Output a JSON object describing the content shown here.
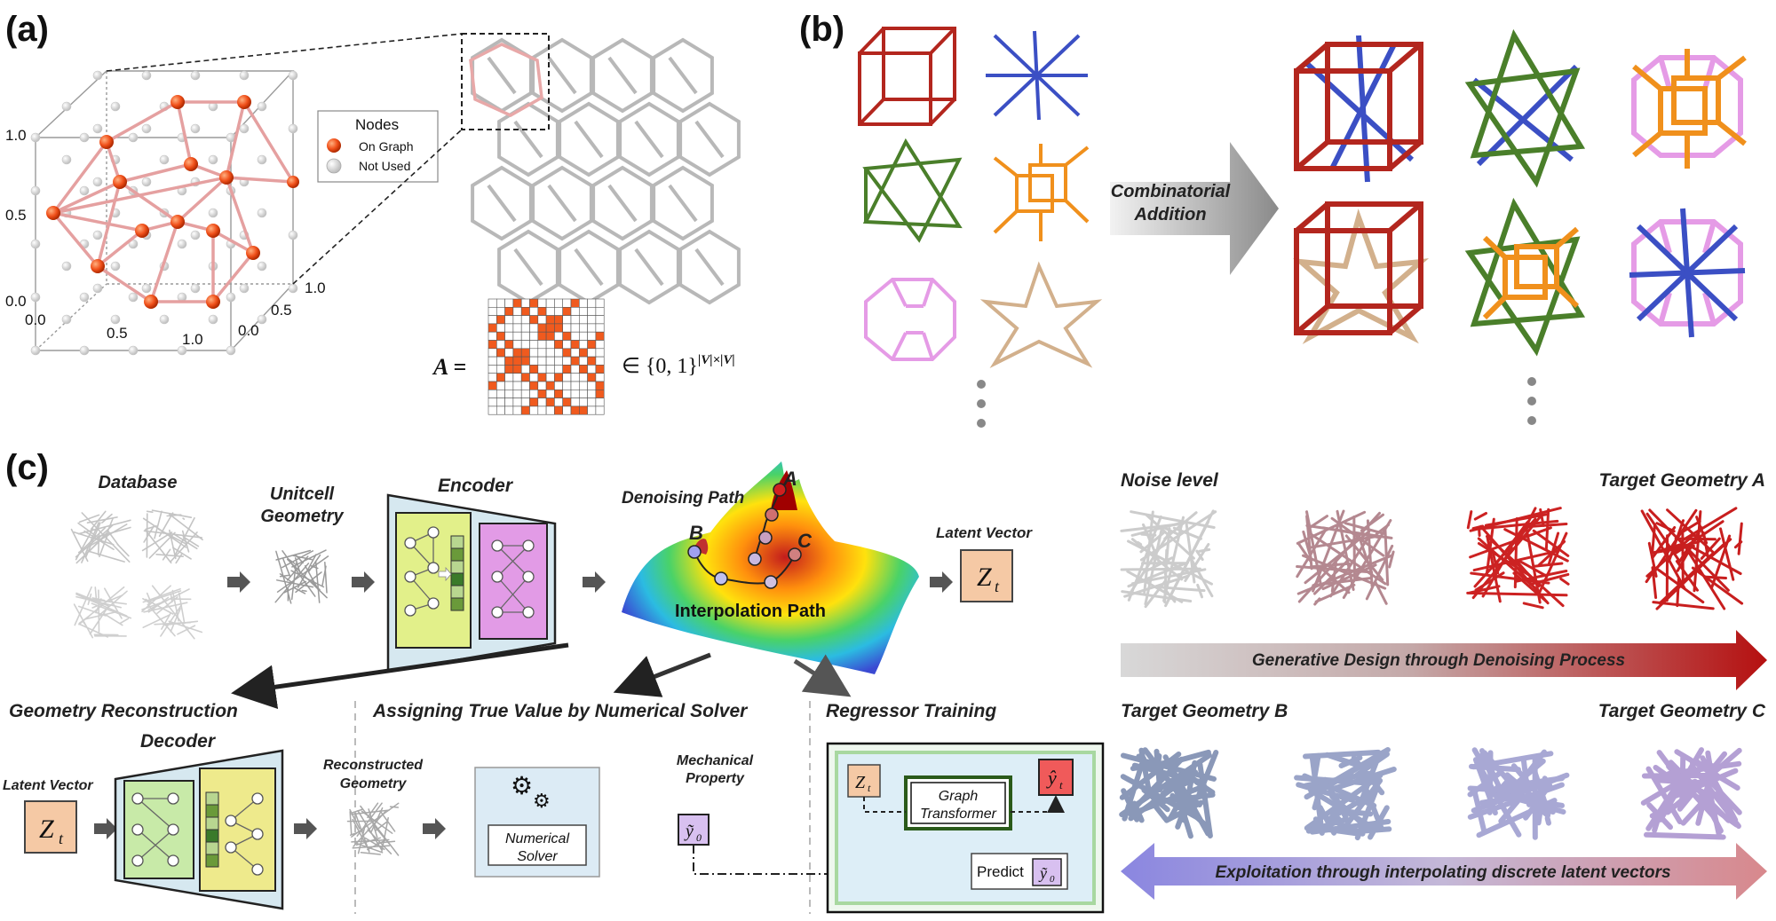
{
  "panels": {
    "a": "(a)",
    "b": "(b)",
    "c": "(c)"
  },
  "panel_a": {
    "legend_title": "Nodes",
    "legend_on_graph": "On Graph",
    "legend_not_used": "Not Used",
    "axis_ticks_left": [
      "1.0",
      "0.5",
      "0.0"
    ],
    "axis_ticks_bottom": [
      "0.0",
      "0.5",
      "1.0"
    ],
    "axis_ticks_depth": [
      "1.0",
      "0.5",
      "0.0"
    ],
    "matrix_lhs": "A =",
    "matrix_rhs": "∈ {0, 1}",
    "matrix_rhs_sup": "|V|×|V|",
    "matrix_color": "#f05a1e"
  },
  "panel_b": {
    "arrow_label_line1": "Combinatorial",
    "arrow_label_line2": "Addition",
    "colors": {
      "red": "#b3261e",
      "blue": "#3b4fc4",
      "green": "#4a7f2a",
      "orange": "#f0901c",
      "pink": "#e59be6",
      "tan": "#d2b08c"
    }
  },
  "panel_c": {
    "database": "Database",
    "unitcell_line1": "Unitcell",
    "unitcell_line2": "Geometry",
    "encoder": "Encoder",
    "denoising_path": "Denoising Path",
    "interpolation_path": "Interpolation Path",
    "point_a": "A",
    "point_b": "B",
    "point_c": "C",
    "latent_vector": "Latent Vector",
    "z_symbol": "Z",
    "z_sub": "t",
    "noise_level": "Noise level",
    "target_a": "Target Geometry A",
    "target_b": "Target Geometry B",
    "target_c": "Target Geometry C",
    "generative_arrow": "Generative Design through Denoising Process",
    "exploitation_arrow": "Exploitation through interpolating discrete latent vectors",
    "geometry_reconstruction": "Geometry Reconstruction",
    "decoder": "Decoder",
    "latent_vector_2": "Latent Vector",
    "reconstructed_line1": "Reconstructed",
    "reconstructed_line2": "Geometry",
    "assigning": "Assigning True Value by Numerical Solver",
    "numerical_line1": "Numerical",
    "numerical_line2": "Solver",
    "mechanical_line1": "Mechanical",
    "mechanical_line2": "Property",
    "y0": "ỹ",
    "y0_sub": "0",
    "regressor": "Regressor Training",
    "graph_line1": "Graph",
    "graph_line2": "Transformer",
    "zt_small": "Z",
    "yhat": "ŷ",
    "predict": "Predict"
  }
}
